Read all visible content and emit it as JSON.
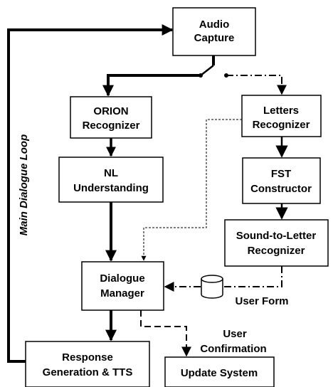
{
  "nodes": {
    "audio_capture": [
      "Audio",
      "Capture"
    ],
    "orion": [
      "ORION",
      "Recognizer"
    ],
    "nlu": [
      "NL",
      "Understanding"
    ],
    "letters": [
      "Letters",
      "Recognizer"
    ],
    "fst": [
      "FST",
      "Constructor"
    ],
    "stl": [
      "Sound-to-Letter",
      "Recognizer"
    ],
    "dialogue_manager": [
      "Dialogue",
      "Manager"
    ],
    "response": [
      "Response",
      "Generation & TTS"
    ],
    "update": [
      "Update System"
    ]
  },
  "labels": {
    "main_loop": "Main Dialogue Loop",
    "user_form": "User Form",
    "user_confirmation": [
      "User",
      "Confirmation"
    ]
  },
  "icons": {
    "database": "database-icon"
  },
  "colors": {
    "stroke": "#000000",
    "background": "#ffffff"
  }
}
